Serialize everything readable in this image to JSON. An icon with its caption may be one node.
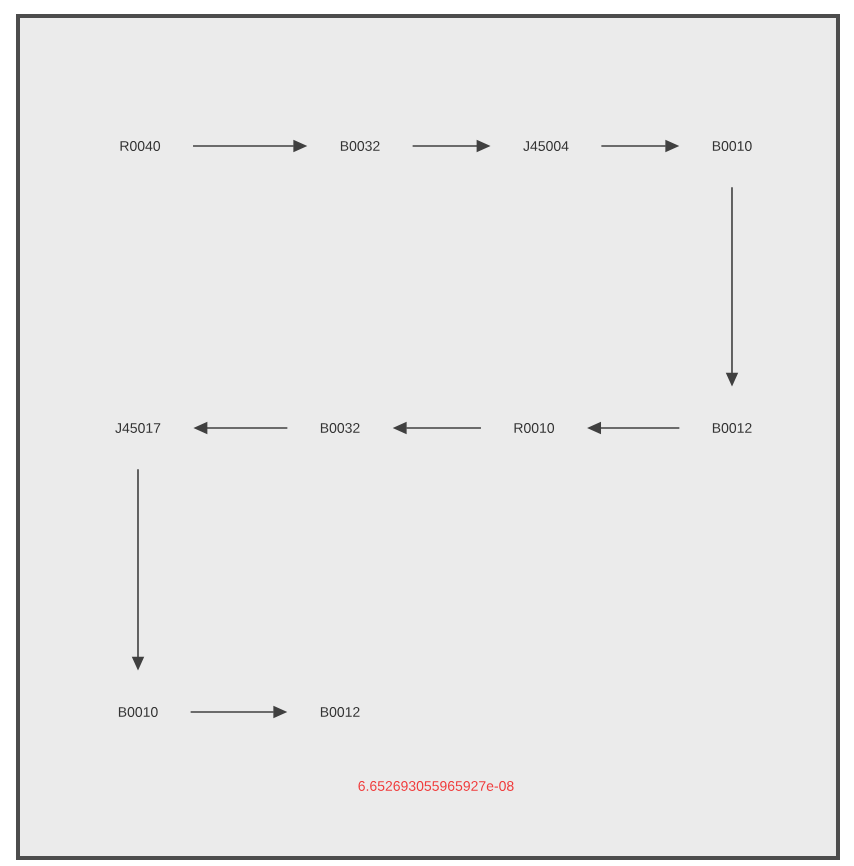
{
  "diagram": {
    "nodes": [
      {
        "text": [
          "R0040"
        ]
      },
      {
        "text": [
          "B0032"
        ]
      },
      {
        "text": [
          "J45004"
        ]
      },
      {
        "text": [
          "B0010"
        ]
      },
      {
        "text": [
          "J45017"
        ]
      },
      {
        "text": [
          "B0032"
        ]
      },
      {
        "text": [
          "R0010"
        ]
      },
      {
        "text": [
          "B0012"
        ]
      },
      {
        "text": [
          "B0010"
        ]
      },
      {
        "text": [
          "B0012"
        ]
      }
    ],
    "edges": [
      {
        "from": 0,
        "to": 1,
        "arrow": "to"
      },
      {
        "from": 1,
        "to": 2,
        "arrow": "to"
      },
      {
        "from": 2,
        "to": 3,
        "arrow": "to"
      },
      {
        "from": 3,
        "to": 7,
        "arrow": "to"
      },
      {
        "from": 7,
        "to": 6,
        "arrow": "to"
      },
      {
        "from": 6,
        "to": 5,
        "arrow": "to"
      },
      {
        "from": 5,
        "to": 4,
        "arrow": "to"
      },
      {
        "from": 4,
        "to": 8,
        "arrow": "to"
      },
      {
        "from": 8,
        "to": 9,
        "arrow": "to"
      }
    ],
    "labels": [
      "6.652693055965927e-08"
    ]
  }
}
